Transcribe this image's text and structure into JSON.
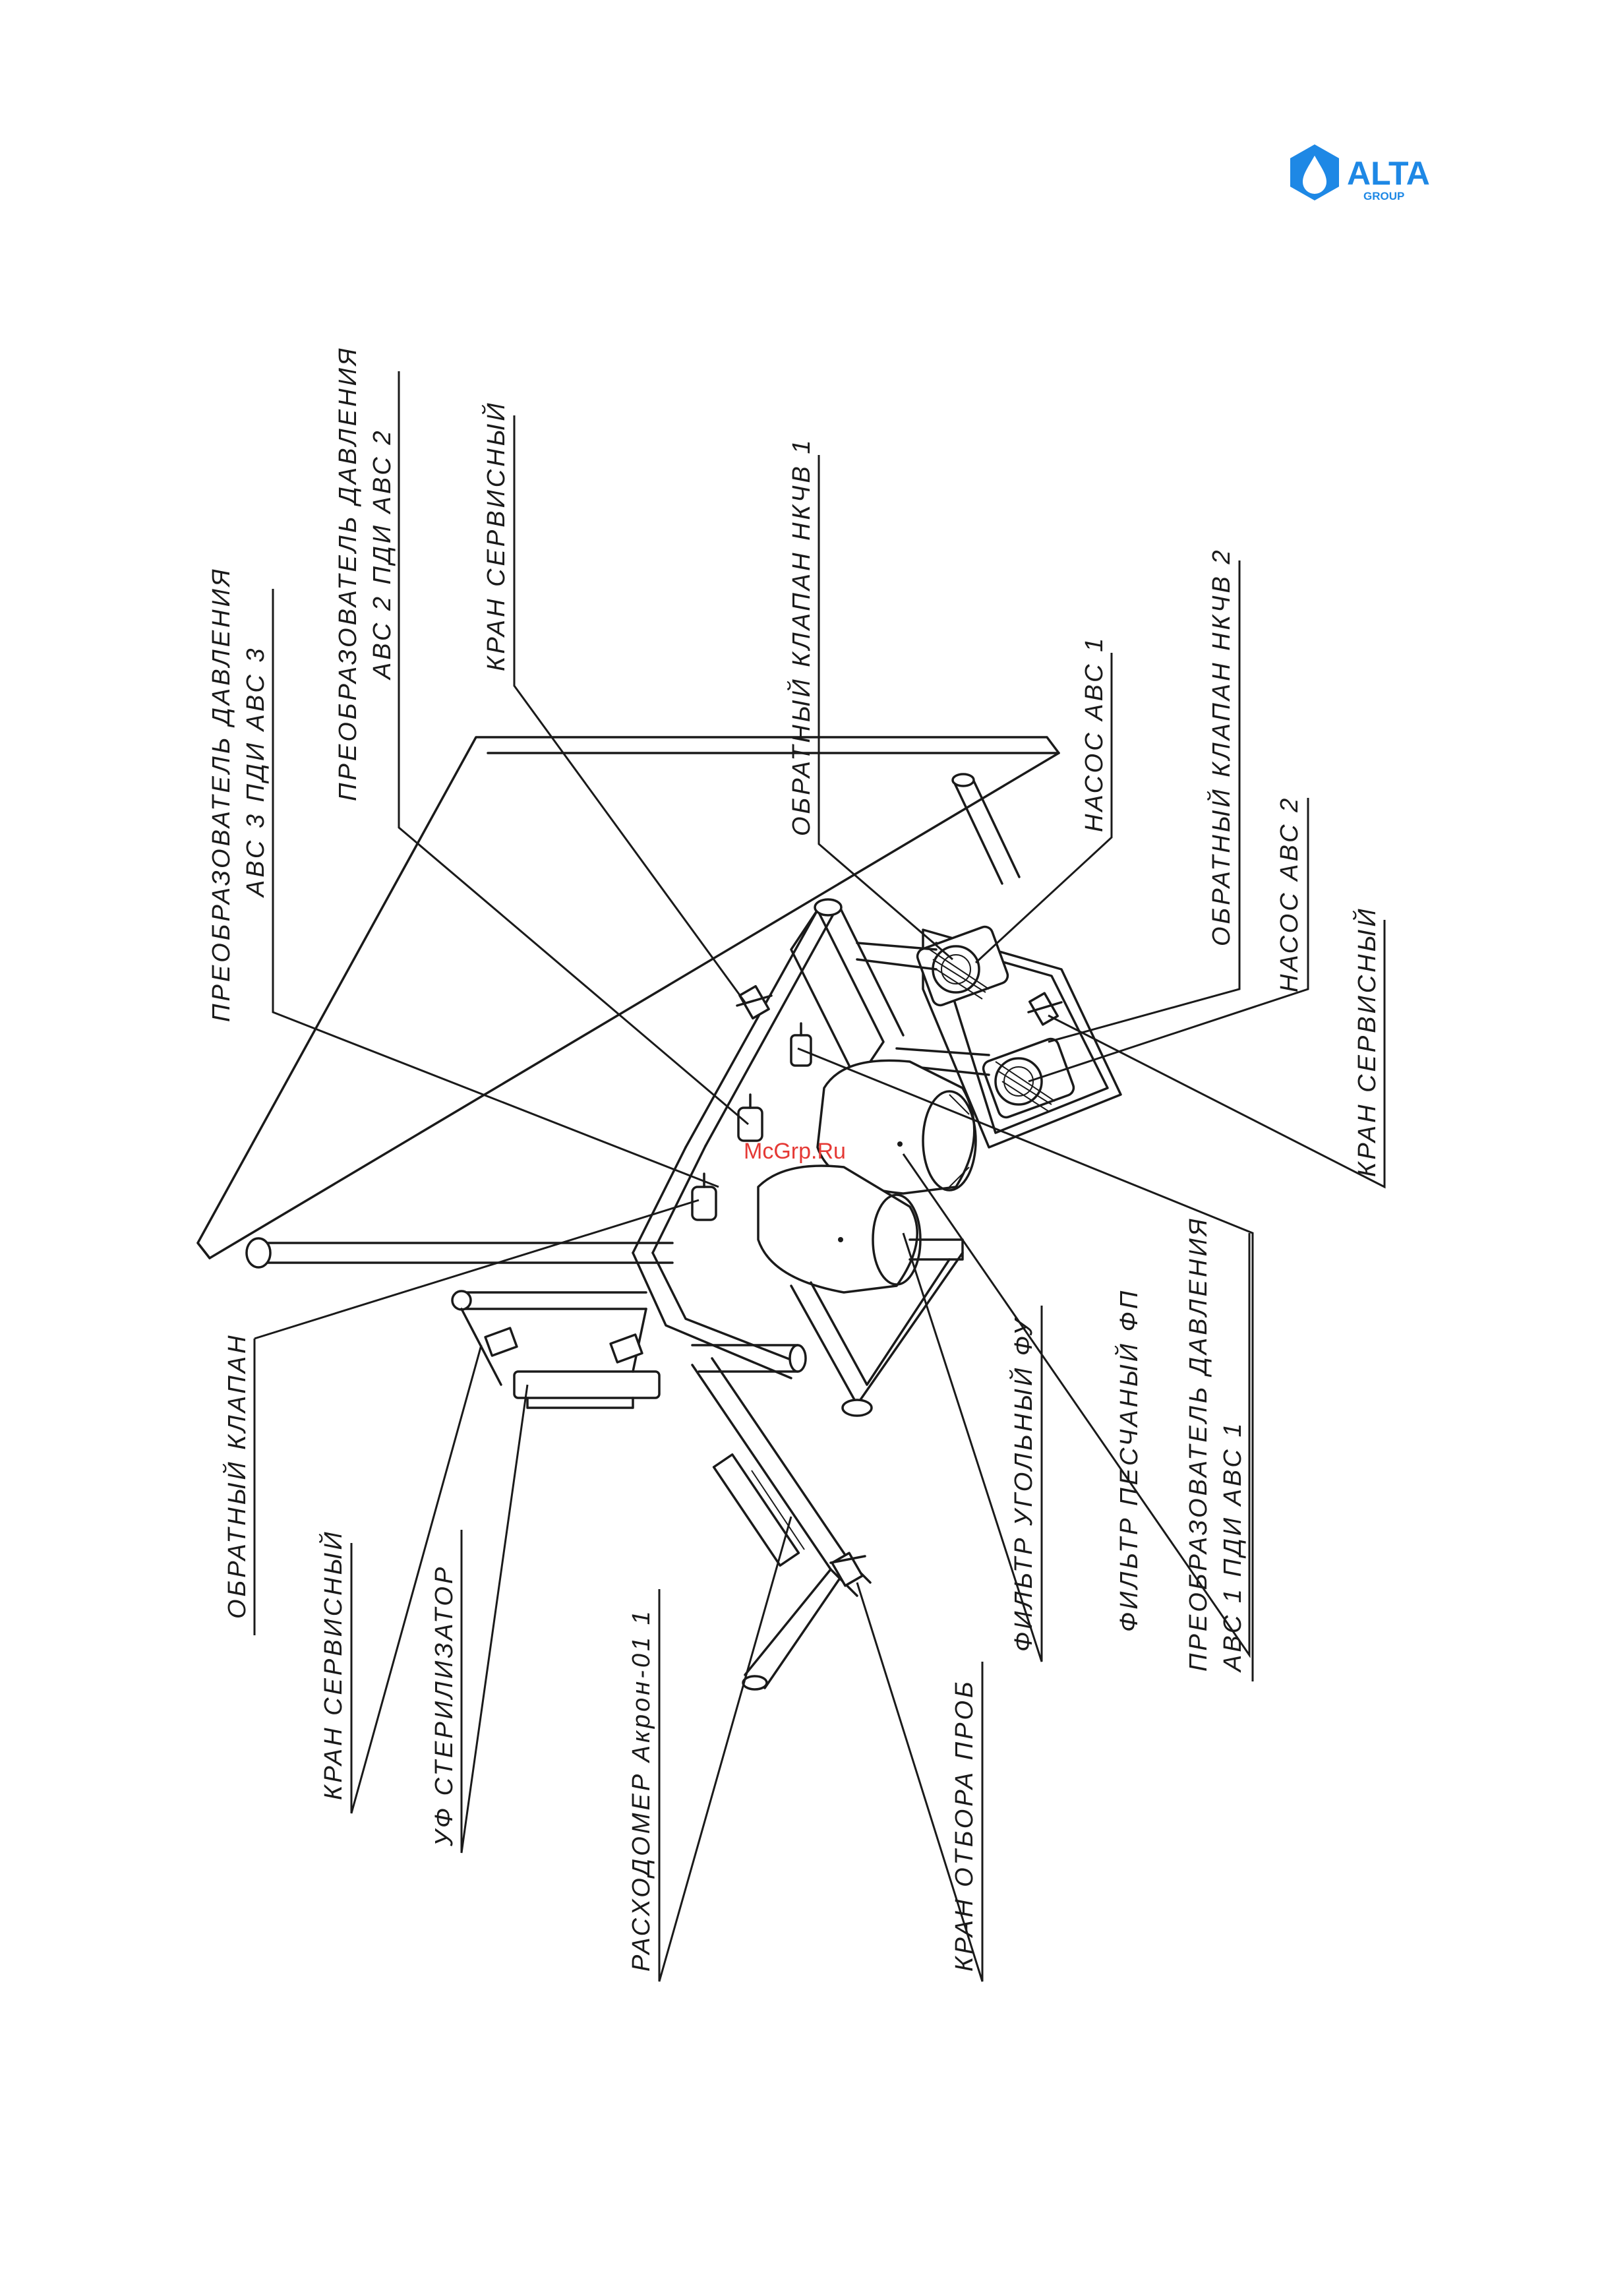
{
  "logo": {
    "name": "ALTA",
    "sub": "GROUP",
    "color": "#1e88e5"
  },
  "watermark": "McGrp.Ru",
  "labels": {
    "pressure_avc3": [
      "ПРЕОБРАЗОВАТЕЛЬ ДАВЛЕНИЯ",
      "АВС 3 ПДИ АВС 3"
    ],
    "pressure_avc2": [
      "ПРЕОБРАЗОВАТЕЛЬ ДАВЛЕНИЯ",
      "АВС 2 ПДИ АВС 2"
    ],
    "service_valve_top": "КРАН СЕРВИСНЫЙ",
    "check_valve_nkchv1": "ОБРАТНЫЙ КЛАПАН НКЧВ 1",
    "pump_avc1": "НАСОС АВС 1",
    "check_valve_nkchv2": "ОБРАТНЫЙ КЛАПАН НКЧВ 2",
    "pump_avc2": "НАСОС АВС 2",
    "service_valve_right": "КРАН СЕРВИСНЫЙ",
    "check_valve": "ОБРАТНЫЙ КЛАПАН",
    "service_valve_left": "КРАН СЕРВИСНЫЙ",
    "uv_sterilizer": "УФ СТЕРИЛИЗАТОР",
    "flowmeter": "РАСХОДОМЕР Акрон-01 1",
    "sampling_valve": "КРАН ОТБОРА ПРОБ",
    "carbon_filter": "ФИЛЬТР УГОЛЬНЫЙ ФУ",
    "sand_filter": "ФИЛЬТР ПЕСЧАНЫЙ ФП",
    "pressure_avc1": [
      "ПРЕОБРАЗОВАТЕЛЬ ДАВЛЕНИЯ",
      "АВС 1 ПДИ АВС 1"
    ]
  }
}
